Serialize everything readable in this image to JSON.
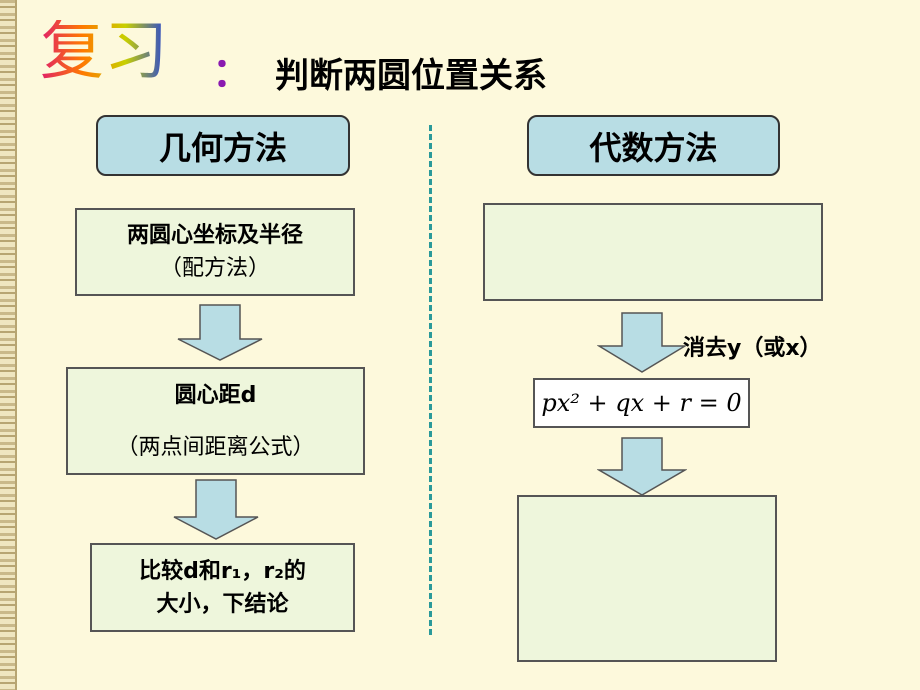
{
  "title": {
    "review": "复习",
    "colon": "：",
    "topic": "判断两圆位置关系"
  },
  "geometric": {
    "header": "几何方法",
    "step1_line1": "两圆心坐标及半径",
    "step1_line2": "（配方法）",
    "step2_line1": "圆心距d",
    "step2_line2": "（两点间距离公式）",
    "step3_line1": "比较d和r₁，r₂的",
    "step3_line2": "大小，下结论"
  },
  "algebraic": {
    "header": "代数方法",
    "eliminate": "消去y（或x）",
    "equation": "px² + qx + r = 0"
  },
  "colors": {
    "header_bg": "#b8dde4",
    "box_bg": "#eef6dc",
    "divider": "#2a9a9a"
  }
}
